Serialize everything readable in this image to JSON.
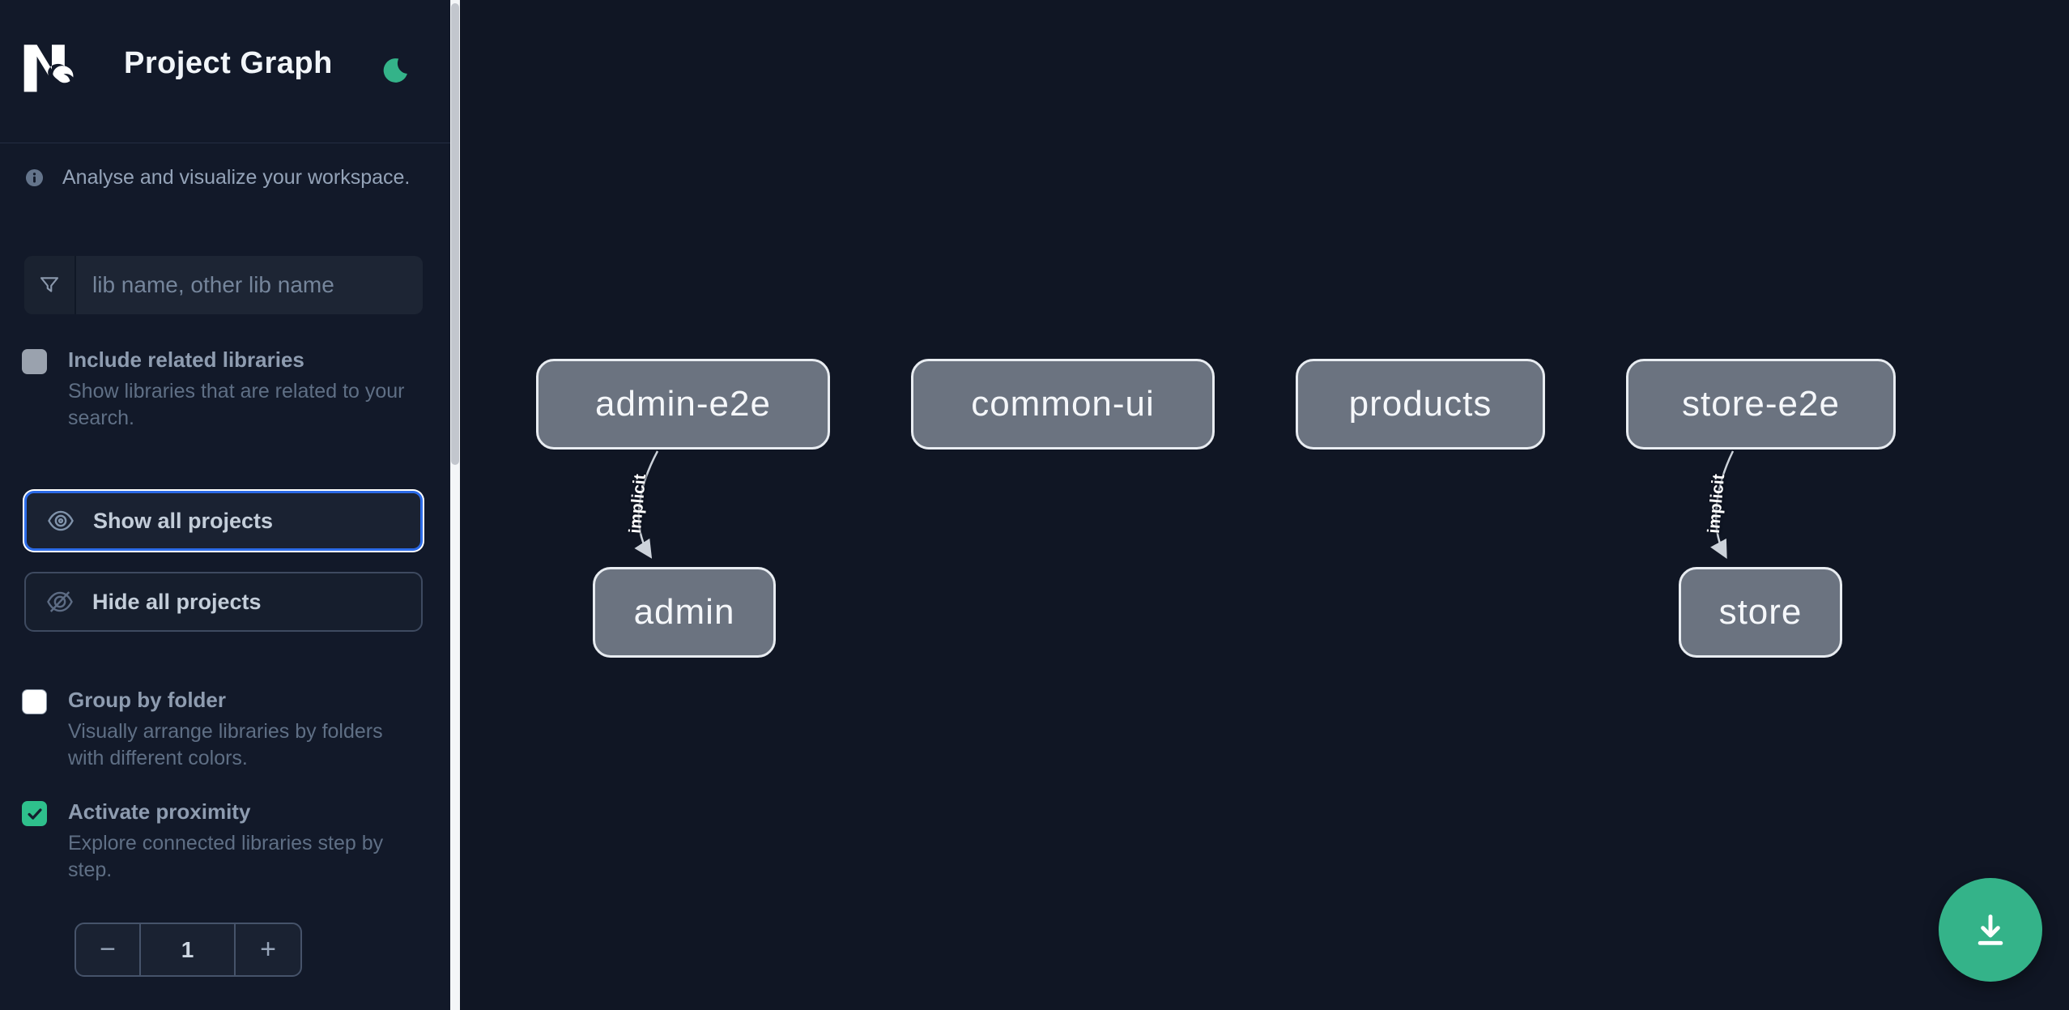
{
  "header": {
    "title": "Project Graph"
  },
  "sidebar": {
    "info_text": "Analyse and visualize your workspace.",
    "search_placeholder": "lib name, other lib name",
    "options": [
      {
        "label": "Include related libraries",
        "description": "Show libraries that are related to your search.",
        "checked": false,
        "disabled": true
      },
      {
        "label": "Group by folder",
        "description": "Visually arrange libraries by folders with different colors.",
        "checked": false,
        "disabled": false
      },
      {
        "label": "Activate proximity",
        "description": "Explore connected libraries step by step.",
        "checked": true,
        "disabled": false
      }
    ],
    "show_all_label": "Show all projects",
    "hide_all_label": "Hide all projects",
    "stepper": {
      "decrement_label": "−",
      "value": "1",
      "increment_label": "+"
    }
  },
  "graph": {
    "nodes": [
      {
        "label": "admin-e2e"
      },
      {
        "label": "common-ui"
      },
      {
        "label": "products"
      },
      {
        "label": "store-e2e"
      },
      {
        "label": "admin"
      },
      {
        "label": "store"
      }
    ],
    "edges": [
      {
        "from": "admin-e2e",
        "to": "admin",
        "label": "implicit"
      },
      {
        "from": "store-e2e",
        "to": "store",
        "label": "implicit"
      }
    ]
  },
  "colors": {
    "accent_green": "#34b389",
    "focus_blue": "#2c6be8",
    "node_fill": "#6b7380"
  }
}
